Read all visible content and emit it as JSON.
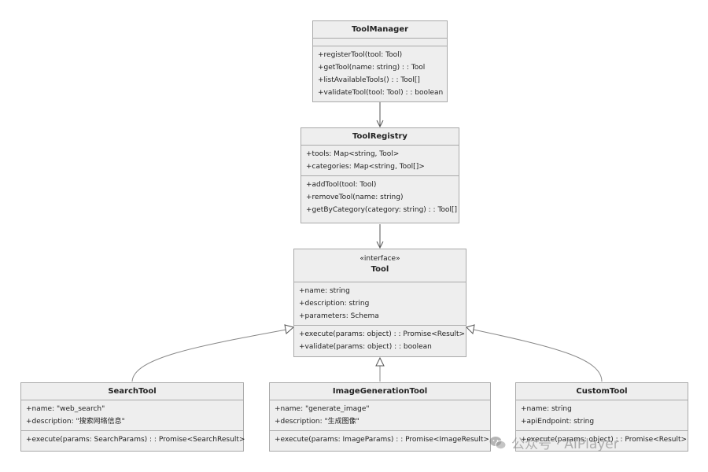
{
  "classes": {
    "toolmanager": {
      "name": "ToolManager",
      "attributes": [],
      "methods": [
        "+registerTool(tool: Tool)",
        "+getTool(name: string) : : Tool",
        "+listAvailableTools() : : Tool[]",
        "+validateTool(tool: Tool) : : boolean"
      ]
    },
    "toolregistry": {
      "name": "ToolRegistry",
      "attributes": [
        "+tools: Map<string, Tool>",
        "+categories: Map<string, Tool[]>"
      ],
      "methods": [
        "+addTool(tool: Tool)",
        "+removeTool(name: string)",
        "+getByCategory(category: string) : : Tool[]"
      ]
    },
    "tool": {
      "stereotype": "«interface»",
      "name": "Tool",
      "attributes": [
        "+name: string",
        "+description: string",
        "+parameters: Schema"
      ],
      "methods": [
        "+execute(params: object) : : Promise<Result>",
        "+validate(params: object) : : boolean"
      ]
    },
    "searchtool": {
      "name": "SearchTool",
      "attributes": [
        "+name: \"web_search\"",
        "+description: \"搜索网络信息\""
      ],
      "methods": [
        "+execute(params: SearchParams) : : Promise<SearchResult>"
      ]
    },
    "imagegenerationtool": {
      "name": "ImageGenerationTool",
      "attributes": [
        "+name: \"generate_image\"",
        "+description: \"生成图像\""
      ],
      "methods": [
        "+execute(params: ImageParams) : : Promise<ImageResult>"
      ]
    },
    "customtool": {
      "name": "CustomTool",
      "attributes": [
        "+name: string",
        "+apiEndpoint: string"
      ],
      "methods": [
        "+execute(params: object) : : Promise<Result>"
      ]
    }
  },
  "watermark": {
    "text": "公众号 · AIPlayer",
    "icon": "wechat-icon"
  },
  "colors": {
    "box_fill": "#eeeeee",
    "box_border": "#a9a9a9",
    "line": "#555555"
  }
}
